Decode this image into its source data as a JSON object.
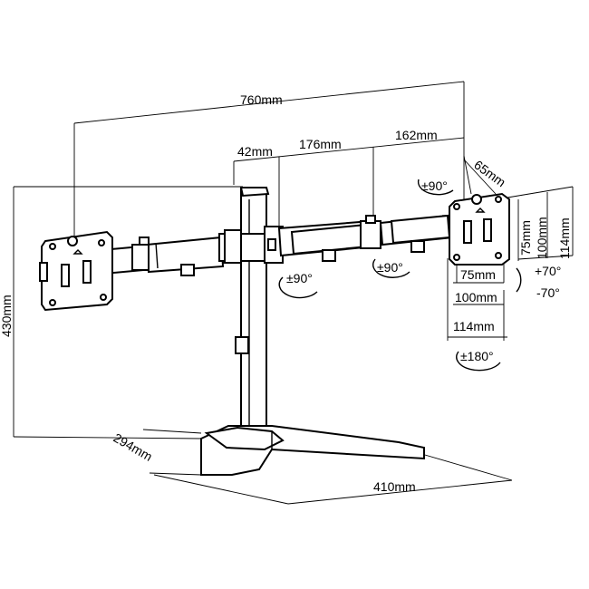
{
  "dimensions": {
    "total_width": "760mm",
    "total_height": "430mm",
    "base_depth": "294mm",
    "base_width": "410mm",
    "arm_offset": "42mm",
    "arm_segment_1": "176mm",
    "arm_segment_2": "162mm",
    "plate_offset": "65mm"
  },
  "vesa": {
    "height_75": "75mm",
    "height_100": "100mm",
    "height_114": "114mm",
    "width_75": "75mm",
    "width_100": "100mm",
    "width_114": "114mm"
  },
  "rotations": {
    "swivel_top": "±90°",
    "swivel_arm_left": "±90°",
    "swivel_arm_right": "±90°",
    "tilt_up": "+70°",
    "tilt_down": "-70°",
    "rotate": "±180°"
  }
}
